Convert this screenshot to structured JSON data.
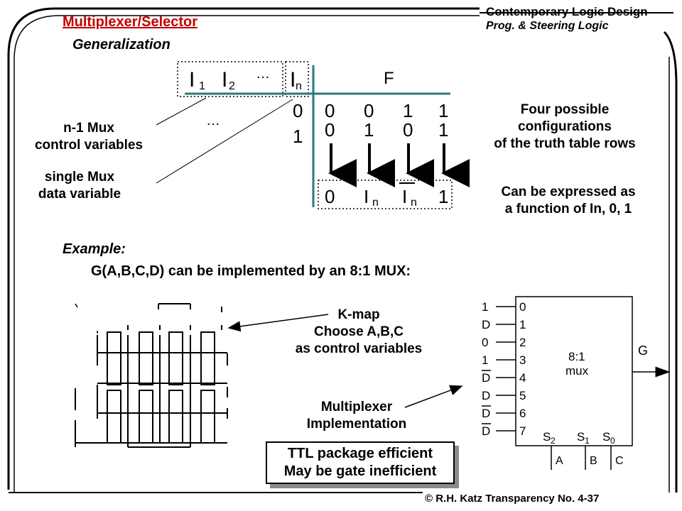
{
  "header": {
    "title": "Multiplexer/Selector",
    "subtitle": "Generalization",
    "course": "Contemporary Logic Design",
    "topic": "Prog. & Steering Logic"
  },
  "truth_table": {
    "var_i1": "I",
    "var_i1_sub": "1",
    "var_i2": "I",
    "var_i2_sub": "2",
    "dots": "…",
    "var_in": "I",
    "var_in_sub": "n",
    "output": "F",
    "row_labels": [
      "0",
      "1"
    ],
    "rows": [
      [
        "0",
        "0",
        "1",
        "1"
      ],
      [
        "0",
        "1",
        "0",
        "1"
      ]
    ],
    "result": [
      "0",
      "I",
      "I",
      "1"
    ],
    "result_sub": "n",
    "row_dots": "…"
  },
  "labels": {
    "n1_mux_line1": "n-1 Mux",
    "n1_mux_line2": "control variables",
    "single_mux_line1": "single Mux",
    "single_mux_line2": "data variable",
    "four_line1": "Four possible",
    "four_line2": "configurations",
    "four_line3": "of the truth table rows",
    "express_line1": "Can be expressed as",
    "express_line2": "a function of In, 0, 1"
  },
  "example": {
    "heading": "Example:",
    "statement": "G(A,B,C,D) can be implemented by an 8:1 MUX:",
    "kmap_line1": "K-map",
    "kmap_line2": "Choose A,B,C",
    "kmap_line3": "as control variables",
    "mux_impl_line1": "Multiplexer",
    "mux_impl_line2": "Implementation",
    "ttl_line1": "TTL package efficient",
    "ttl_line2": "May be gate inefficient"
  },
  "mux": {
    "inputs": [
      "1",
      "D",
      "0",
      "1",
      "D",
      "D",
      "D",
      "D"
    ],
    "inputs_complemented": [
      false,
      false,
      false,
      false,
      true,
      false,
      true,
      true
    ],
    "input_indices": [
      "0",
      "1",
      "2",
      "3",
      "4",
      "5",
      "6",
      "7"
    ],
    "body_line1": "8:1",
    "body_line2": "mux",
    "output": "G",
    "select_prefix": "S",
    "select_subs": [
      "2",
      "1",
      "0"
    ],
    "select_inputs": [
      "A",
      "B",
      "C"
    ]
  },
  "footer": {
    "text": "© R.H. Katz   Transparency No. 4-37"
  }
}
